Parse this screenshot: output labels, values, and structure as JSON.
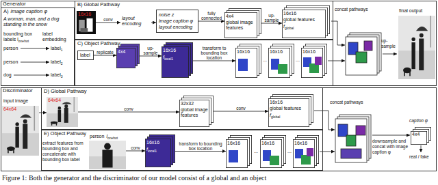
{
  "diagram": {
    "caption": "Figure 1: Both the generator and the discriminator of our model consist of a global and an object",
    "nodes": [
      {
        "text": [
          "Generator"
        ]
      },
      {
        "text": [
          "A)",
          "image caption φ",
          "A woman, man, and a dog standing in the snow",
          "bounding box labels l",
          "onehot",
          "label embedding"
        ],
        "in": 0
      },
      {
        "text": [
          "B) Global Pathway"
        ],
        "in": 0
      },
      {
        "text": [
          "16x16"
        ],
        "in": 2
      },
      {
        "text": [
          "layout encoding"
        ],
        "in": 2
      },
      {
        "text": [
          "noise z",
          "image caption φ",
          "layout encoding"
        ],
        "in": 2
      },
      {
        "text": [
          "4x4",
          "global image features"
        ],
        "in": 2
      },
      {
        "text": [
          "16x16",
          "global features",
          "f",
          "global"
        ],
        "in": 2
      },
      {
        "text": [
          "C) Object Pathway"
        ],
        "in": 0
      },
      {
        "text": [
          "label"
        ],
        "in": 8
      },
      {
        "text": [
          "4x4"
        ],
        "in": 8
      },
      {
        "text": [
          "16x16",
          "f",
          "local1"
        ],
        "in": 8
      },
      {
        "text": [
          "16x16"
        ],
        "in": 8
      },
      {
        "text": [
          "16x16"
        ],
        "in": 8
      },
      {
        "text": [
          "16x16"
        ],
        "in": 8
      },
      {
        "text": [
          "final output"
        ],
        "in": 0
      },
      {
        "text": [
          "Discriminator"
        ]
      },
      {
        "text": [
          "input image",
          "64x64"
        ],
        "in": 16
      },
      {
        "text": [
          "D) Global Pathway"
        ],
        "in": 16
      },
      {
        "text": [
          "64x64"
        ],
        "in": 18
      },
      {
        "text": [
          "32x32",
          "global image features"
        ],
        "in": 18
      },
      {
        "text": [
          "16x16",
          "global features",
          "f",
          "global"
        ],
        "in": 18
      },
      {
        "text": [
          "E) Object Pathway"
        ],
        "in": 16
      },
      {
        "text": [
          "person",
          "l",
          "onehot"
        ],
        "in": 22
      },
      {
        "text": [
          "16x16",
          "f",
          "local1"
        ],
        "in": 22
      },
      {
        "text": [
          "16x16"
        ],
        "in": 22
      },
      {
        "text": [
          "16x16"
        ],
        "in": 22
      },
      {
        "text": [
          "16x16"
        ],
        "in": 22
      },
      {
        "text": [
          "4x4"
        ],
        "in": 16
      }
    ],
    "edges": [
      {
        "from": 3,
        "to": 4,
        "arrow": "to",
        "label": "conv"
      },
      {
        "from": 4,
        "to": 5,
        "arrow": "to"
      },
      {
        "from": 5,
        "to": 6,
        "arrow": "to",
        "label": "fully connected"
      },
      {
        "from": 6,
        "to": 7,
        "arrow": "to",
        "label": "up-sample"
      },
      {
        "from": 9,
        "to": 10,
        "arrow": "to",
        "label": "replicate"
      },
      {
        "from": 10,
        "to": 11,
        "arrow": "to",
        "label": "up-sample"
      },
      {
        "from": 11,
        "to": 12,
        "arrow": "to",
        "label": "transform to bounding box location"
      },
      {
        "from": 17,
        "to": 19,
        "arrow": "to"
      },
      {
        "from": 19,
        "to": 20,
        "arrow": "to",
        "label": "conv"
      },
      {
        "from": 20,
        "to": 21,
        "arrow": "to",
        "label": "conv"
      },
      {
        "from": 23,
        "to": 24,
        "arrow": "to",
        "label": "conv"
      },
      {
        "from": 24,
        "to": 25,
        "arrow": "to",
        "label": "transform to bounding box location"
      }
    ],
    "labels": [
      "person",
      "person",
      "dog",
      "label",
      "1",
      "label",
      "2",
      "label",
      "3",
      "...",
      "...",
      "concat pathways",
      "up-sample",
      "extract features from bounding box and concatenate with bounding box label",
      "...",
      "...",
      "concat pathways",
      "downsample and concat with image caption φ",
      "caption φ",
      "real / fake"
    ]
  }
}
